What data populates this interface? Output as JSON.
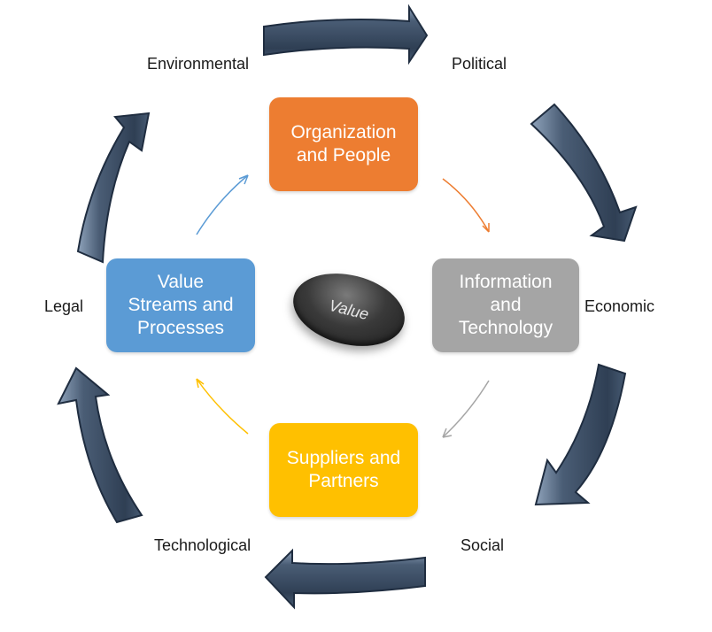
{
  "outer_factors": {
    "environmental": "Environmental",
    "political": "Political",
    "economic": "Economic",
    "social": "Social",
    "technological": "Technological",
    "legal": "Legal"
  },
  "dimensions": {
    "organization_people": {
      "line1": "Organization",
      "line2": "and People",
      "color": "#ED7D31"
    },
    "information_technology": {
      "line1": "Information",
      "line2": "and",
      "line3": "Technology",
      "color": "#A5A5A5"
    },
    "suppliers_partners": {
      "line1": "Suppliers and",
      "line2": "Partners",
      "color": "#FFC000"
    },
    "value_streams_processes": {
      "line1": "Value",
      "line2": "Streams and",
      "line3": "Processes",
      "color": "#5B9BD5"
    }
  },
  "center": {
    "label": "Value"
  },
  "colors": {
    "arrow_fill": "#3F5066",
    "arrow_highlight": "#8FA3BC",
    "arrow_stroke": "#1F2D40"
  },
  "icons": {
    "outer_arrows": "curved-block-arrow-icon",
    "inner_arrows": "thin-curved-arrow-icon"
  }
}
